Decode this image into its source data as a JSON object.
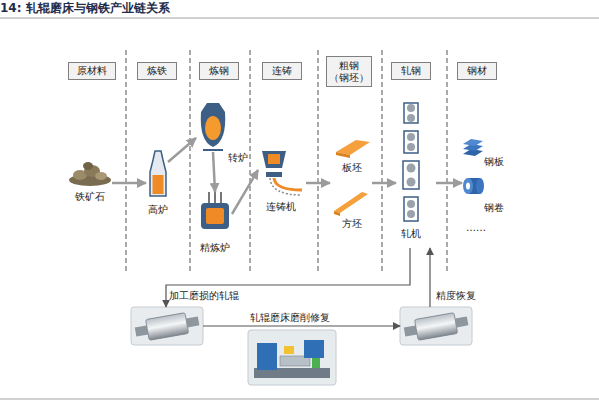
{
  "diagram": {
    "title": "14: 轧辊磨床与钢铁产业链关系",
    "nodes": [
      {
        "text": [
          "原材料"
        ]
      },
      {
        "text": [
          "炼铁"
        ]
      },
      {
        "text": [
          "炼钢"
        ]
      },
      {
        "text": [
          "连铸"
        ]
      },
      {
        "text": [
          "粗钢 （钢坯）"
        ]
      },
      {
        "text": [
          "轧钢"
        ]
      },
      {
        "text": [
          "钢材"
        ]
      },
      {
        "text": [
          "铁矿石"
        ]
      },
      {
        "text": [
          "高炉"
        ]
      },
      {
        "text": [
          "转炉"
        ]
      },
      {
        "text": [
          "精炼炉"
        ]
      },
      {
        "text": [
          "连铸机"
        ]
      },
      {
        "text": [
          "板坯"
        ]
      },
      {
        "text": [
          "方坯"
        ]
      },
      {
        "text": [
          "轧机"
        ]
      },
      {
        "text": [
          "钢板"
        ]
      },
      {
        "text": [
          "钢卷"
        ]
      },
      {
        "text": [
          "加工磨损的轧辊"
        ]
      },
      {
        "text": [
          "轧辊磨床磨削修复"
        ]
      },
      {
        "text": [
          "精度恢复"
        ]
      }
    ],
    "edges": [
      {
        "from": 7,
        "to": 8,
        "arrow": "to"
      },
      {
        "from": 8,
        "to": 9,
        "arrow": "to"
      },
      {
        "from": 9,
        "to": 10,
        "arrow": "to"
      },
      {
        "from": 10,
        "to": 11,
        "arrow": "to"
      },
      {
        "from": 11,
        "to": 12,
        "arrow": "to"
      },
      {
        "from": 12,
        "to": 14,
        "arrow": "to"
      },
      {
        "from": 14,
        "to": 15,
        "arrow": "to"
      },
      {
        "from": 14,
        "to": 17,
        "arrow": "to"
      },
      {
        "from": 17,
        "to": 19,
        "arrow": "to"
      },
      {
        "from": 19,
        "to": 14,
        "arrow": "to"
      }
    ],
    "labels": [
      "……"
    ]
  }
}
